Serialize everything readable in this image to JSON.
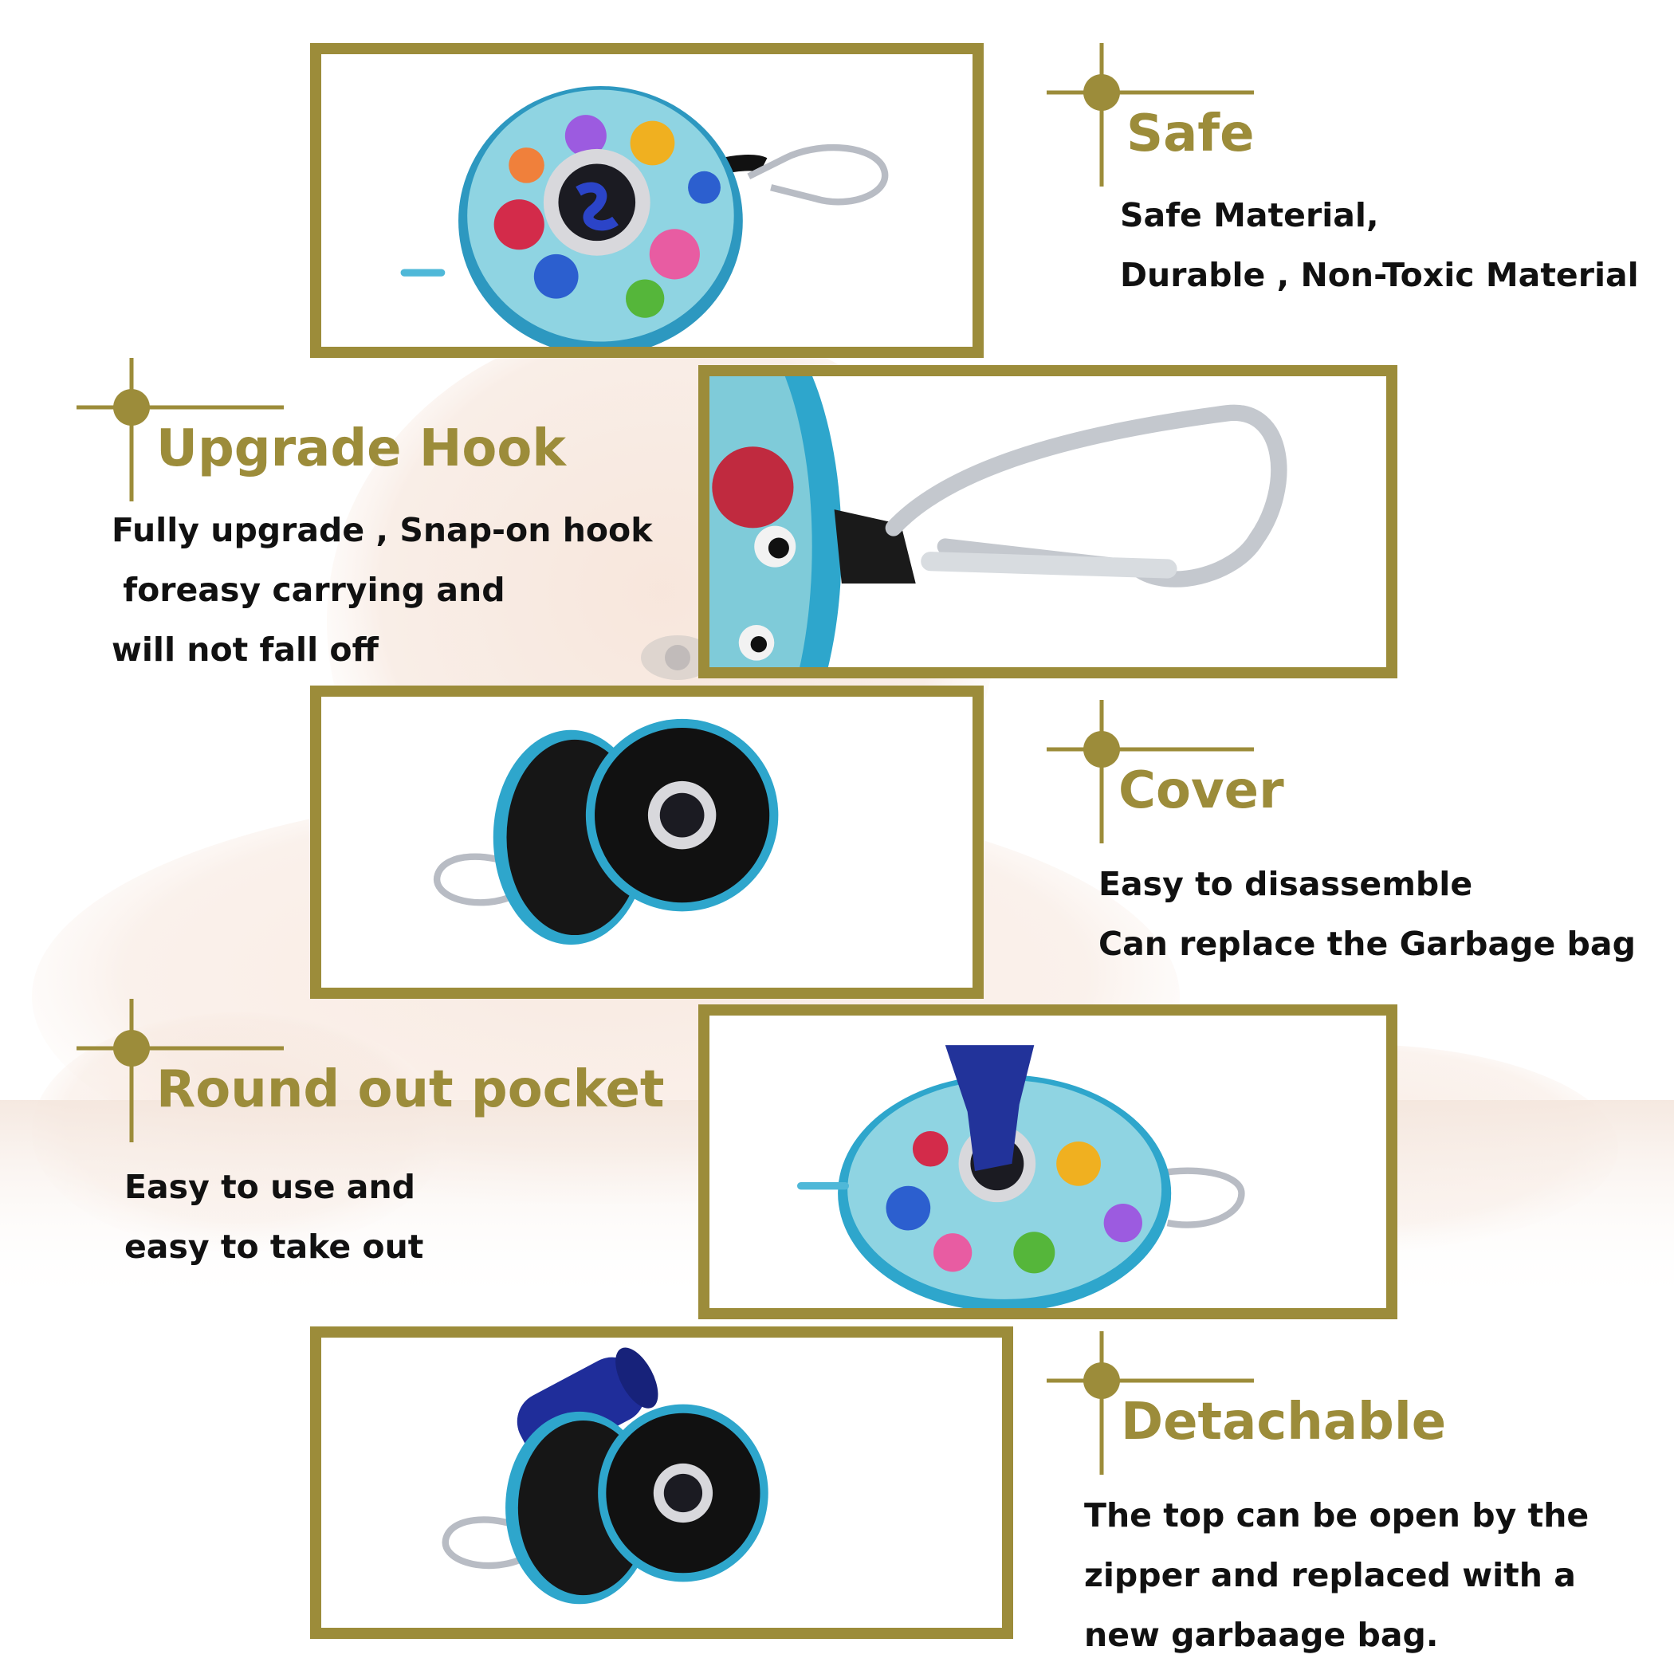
{
  "colors": {
    "accent": "#9c8c3a",
    "text": "#111111",
    "background": "#ffffff",
    "pouch": "#4fb8d8",
    "bag": "#22339a"
  },
  "features": [
    {
      "title": "Safe",
      "lines": [
        "Safe Material,",
        "Durable , Non-Toxic Material"
      ]
    },
    {
      "title": "Upgrade Hook",
      "lines": [
        "Fully upgrade , Snap-on hook",
        " foreasy carrying and",
        "will not fall off"
      ]
    },
    {
      "title": "Cover",
      "lines": [
        "Easy to disassemble",
        "Can replace the Garbage bag"
      ]
    },
    {
      "title": "Round out pocket",
      "lines": [
        "Easy to use and",
        "easy to take out"
      ]
    },
    {
      "title": "Detachable",
      "lines": [
        "The top can be open by the",
        "zipper and replaced with a",
        "new garbaage bag."
      ]
    }
  ]
}
